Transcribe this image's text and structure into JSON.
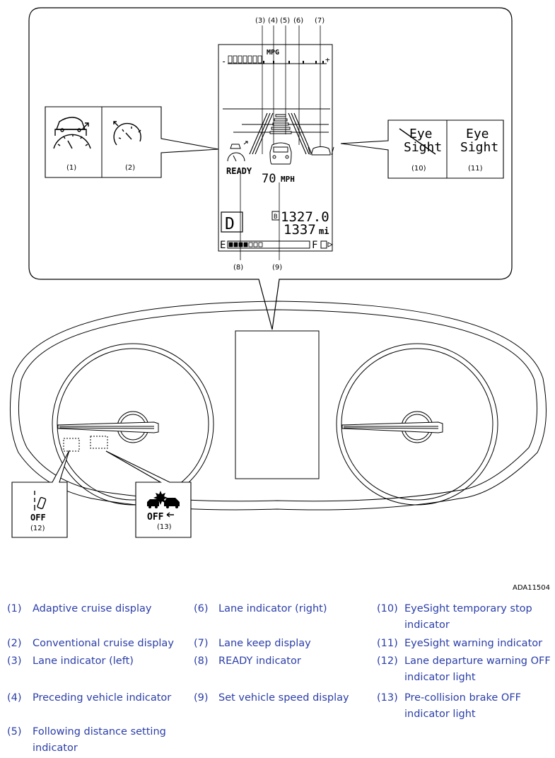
{
  "figure_code": "ADA11504",
  "callouts": [
    "(1)",
    "(2)",
    "(3)",
    "(4)",
    "(5)",
    "(6)",
    "(7)",
    "(8)",
    "(9)",
    "(10)",
    "(11)",
    "(12)",
    "(13)"
  ],
  "display": {
    "mpg_label": "MPG",
    "bar_minus": "-",
    "bar_plus": "+",
    "ready_label": "READY",
    "speed_value": "70",
    "speed_unit": "MPH",
    "gear": "D",
    "trip_prefix": "B",
    "trip_value": "1327.0",
    "odometer_value": "1337",
    "odometer_unit": "mi",
    "fuel_empty": "E",
    "fuel_full": "F"
  },
  "eyesight_icon": {
    "line1": "Eye",
    "line2": "Sight"
  },
  "off_label": "OFF",
  "legend": {
    "col1": [
      {
        "num": "(1)",
        "lines": [
          "Adaptive cruise display"
        ]
      },
      {
        "num": "(2)",
        "lines": [
          "Conventional cruise display"
        ]
      },
      {
        "num": "(3)",
        "lines": [
          "Lane indicator (left)"
        ]
      },
      {
        "num": "(4)",
        "lines": [
          "Preceding vehicle indicator"
        ]
      },
      {
        "num": "(5)",
        "lines": [
          "Following distance setting",
          "indicator"
        ]
      }
    ],
    "col2": [
      {
        "num": "(6)",
        "lines": [
          "Lane indicator (right)"
        ]
      },
      {
        "num": "(7)",
        "lines": [
          "Lane keep display"
        ]
      },
      {
        "num": "(8)",
        "lines": [
          "READY indicator"
        ]
      },
      {
        "num": "(9)",
        "lines": [
          "Set vehicle speed display"
        ]
      }
    ],
    "col3": [
      {
        "num": "(10)",
        "lines": [
          "EyeSight temporary stop",
          "indicator"
        ]
      },
      {
        "num": "(11)",
        "lines": [
          "EyeSight warning indicator"
        ]
      },
      {
        "num": "(12)",
        "lines": [
          "Lane departure warning OFF",
          "indicator light"
        ]
      },
      {
        "num": "(13)",
        "lines": [
          "Pre-collision brake OFF",
          "indicator light"
        ]
      }
    ]
  }
}
